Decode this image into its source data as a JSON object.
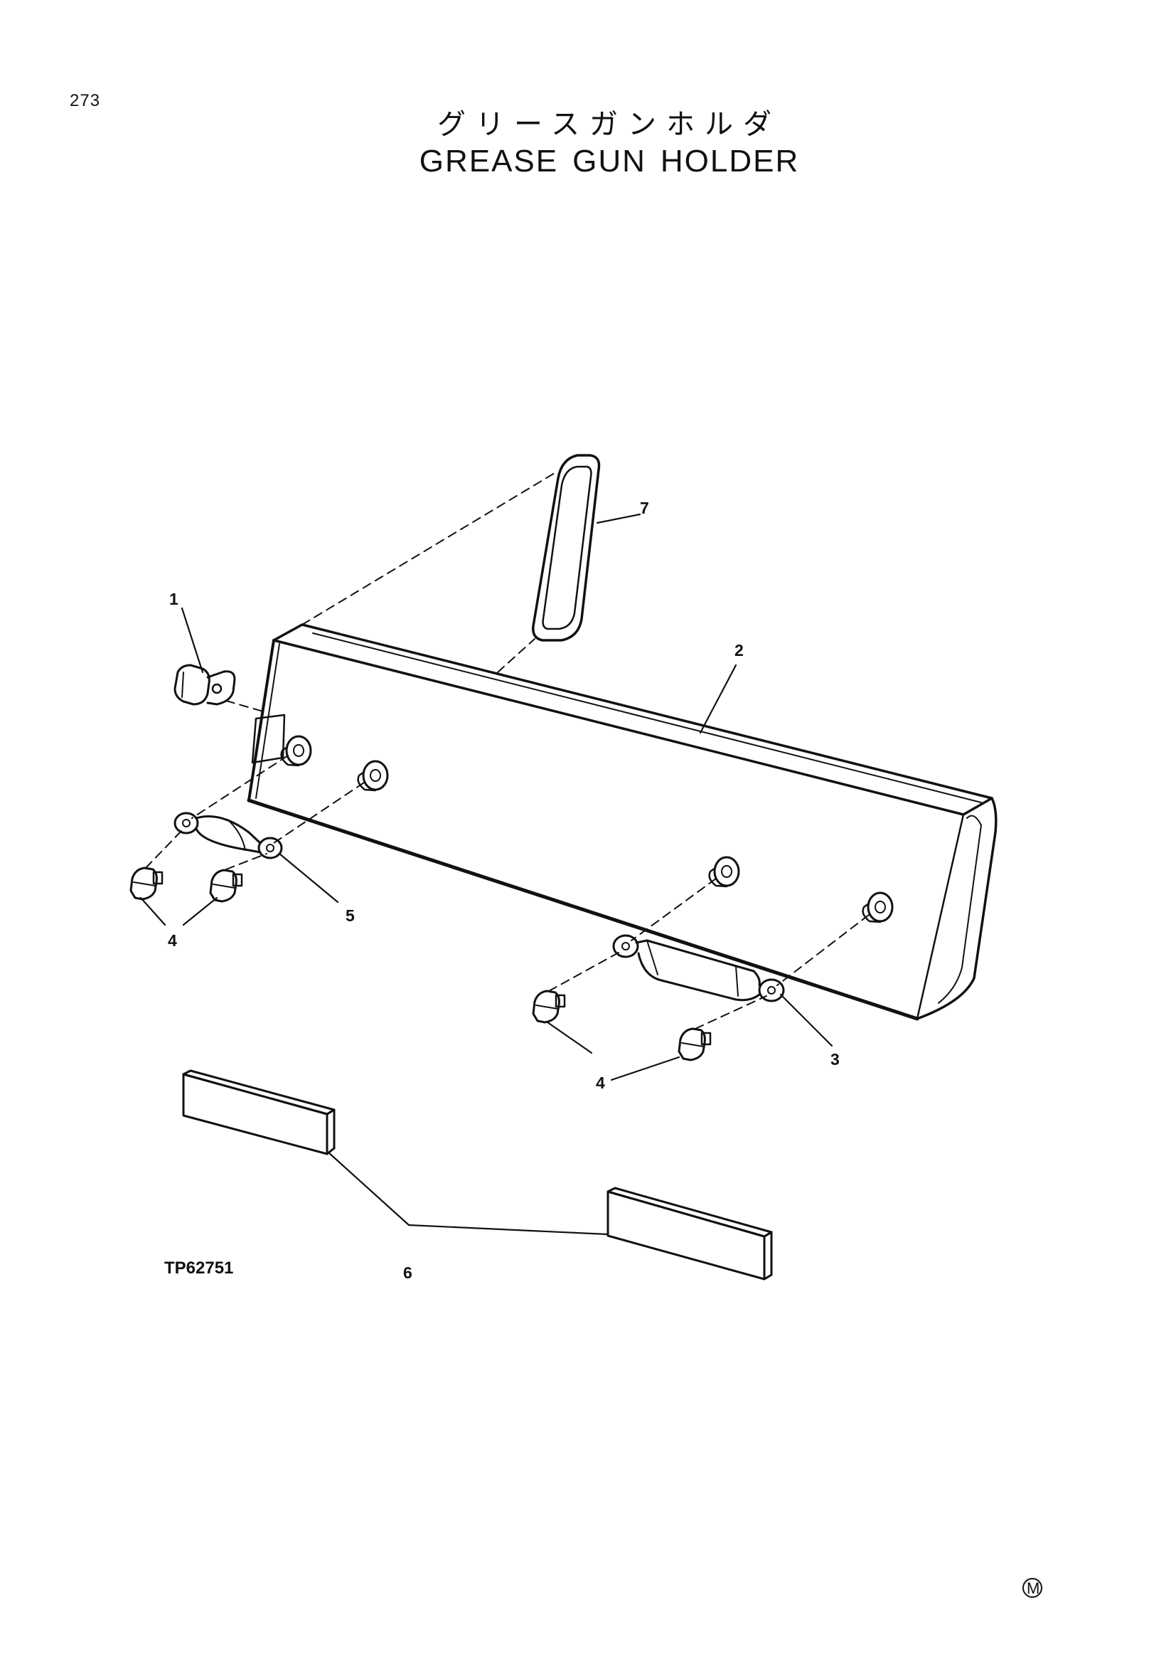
{
  "page_number": "273",
  "title_jp": "グリースガンホルダ",
  "title_en_words": [
    "GREASE",
    "GUN",
    "HOLDER"
  ],
  "figure_code": "TP62751",
  "trademark": "M",
  "callouts": {
    "c1": "1",
    "c2": "2",
    "c3": "3",
    "c4a": "4",
    "c4b": "4",
    "c5": "5",
    "c6": "6",
    "c7": "7"
  }
}
